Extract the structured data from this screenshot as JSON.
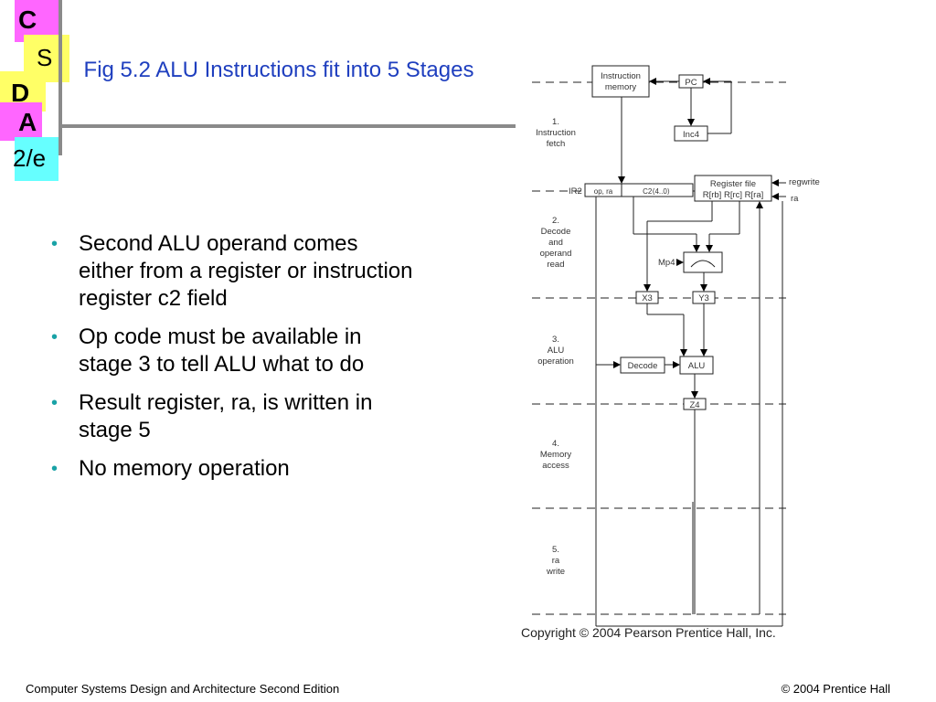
{
  "logo": {
    "letters": [
      "C",
      "S",
      "D",
      "A",
      "2/e"
    ],
    "colors": {
      "magenta": "#ff66ff",
      "yellow": "#ffff66",
      "cyan": "#66ffff",
      "rule": "#8a8a8a"
    }
  },
  "slide": {
    "title": "Fig 5.2   ALU Instructions fit into 5 Stages",
    "bullets": [
      "Second ALU operand comes either from a register or instruction register c2 field",
      "Op code must be available in stage 3 to tell ALU what to do",
      "Result register, ra, is written in stage 5",
      "No memory operation"
    ],
    "title_color": "#1f3fbf",
    "bullet_color": "#19a2a6"
  },
  "diagram": {
    "stages": [
      {
        "num": "1.",
        "lines": [
          "Instruction",
          "fetch"
        ]
      },
      {
        "num": "2.",
        "lines": [
          "Decode",
          "and",
          "operand",
          "read"
        ]
      },
      {
        "num": "3.",
        "lines": [
          "ALU",
          "operation"
        ]
      },
      {
        "num": "4.",
        "lines": [
          "Memory",
          "access"
        ]
      },
      {
        "num": "5.",
        "lines": [
          "ra",
          "write"
        ]
      }
    ],
    "boxes": {
      "instruction_memory": [
        "Instruction",
        "memory"
      ],
      "pc": "PC",
      "inc4": "Inc4",
      "ir2_label": "IR2",
      "ir2_field_a": "op, ra",
      "ir2_field_b": "C2⟨4..0⟩",
      "register_file": "Register file",
      "register_ports": "R[rb] R[rc] R[ra]",
      "mp4": "Mp4",
      "x3": "X3",
      "y3": "Y3",
      "decode": "Decode",
      "alu": "ALU",
      "z4": "Z4"
    },
    "signals": {
      "regwrite": "regwrite",
      "ra": "ra"
    },
    "copyright": "Copyright © 2004 Pearson Prentice Hall, Inc."
  },
  "footer": {
    "left": "Computer Systems Design and Architecture Second Edition",
    "right": "© 2004 Prentice Hall"
  }
}
